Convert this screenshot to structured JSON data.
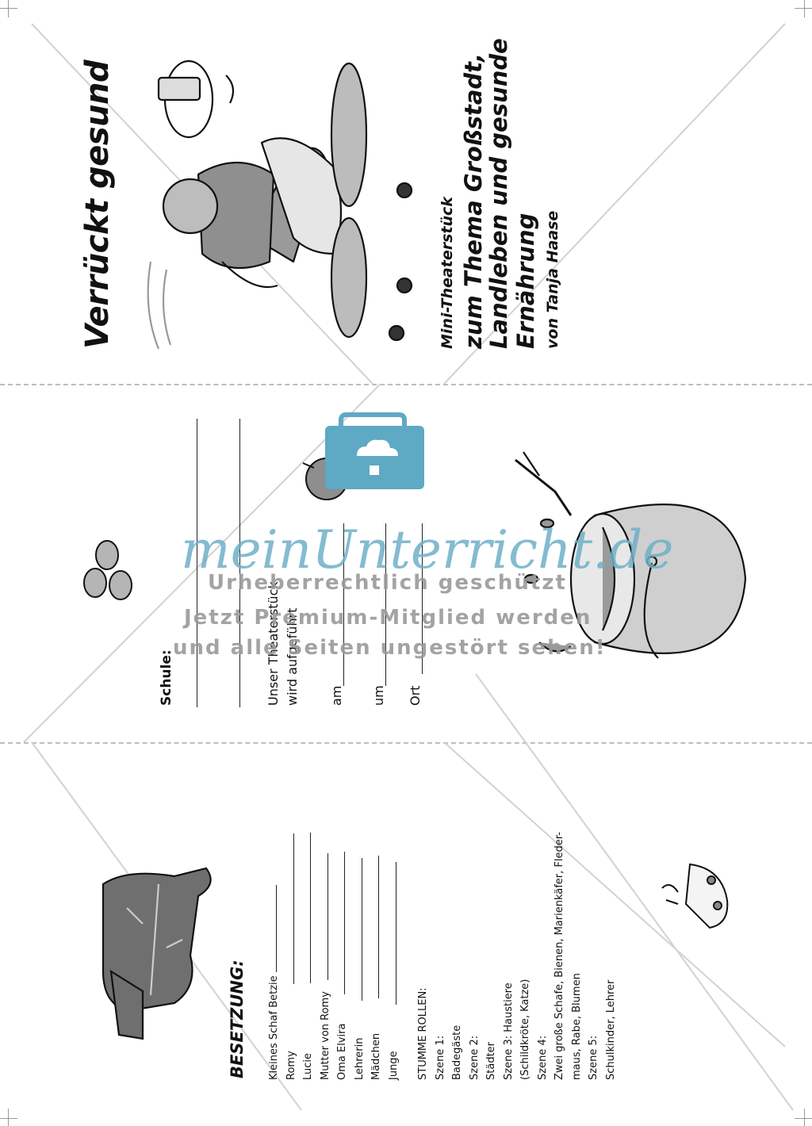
{
  "cover": {
    "title": "Verrückt gesund",
    "kicker": "Mini-Theaterstück",
    "subtitle_line1": "zum Thema Großstadt,",
    "subtitle_line2": "Landleben und gesunde",
    "subtitle_line3": "Ernährung",
    "author": "von Tanja Haase"
  },
  "performance": {
    "school_label": "Schule:",
    "play_line1": "Unser Theaterstück",
    "play_line2": "wird aufgeführt",
    "date_label": "am",
    "time_label": "um",
    "place_label": "Ort"
  },
  "cast": {
    "heading": "BESETZUNG:",
    "roles": [
      "Kleines Schaf Betzie",
      "Romy",
      "Lucie",
      "Mutter von Romy",
      "Oma Elvira",
      "Lehrerin",
      "Mädchen",
      "Junge"
    ],
    "silent_heading": "STUMME ROLLEN:",
    "silent_lines": [
      "Szene 1:",
      "Badegäste",
      "Szene 2:",
      "Städter",
      "Szene 3: Haustiere",
      "(Schildkröte, Katze)",
      "Szene 4:",
      "Zwei große Schafe, Bienen, Marienkäfer, Fleder-",
      "maus, Rabe, Blumen",
      "Szene 5:",
      "Schulkinder, Lehrer"
    ]
  },
  "watermark": {
    "brand": "meinUnterricht.de",
    "line1": "Urheberrechtlich geschützt",
    "line2": "Jetzt Premium-Mitglied werden",
    "line3": "und alle Seiten ungestört sehen!"
  },
  "colors": {
    "watermark_blue": "#5ea9c4",
    "dash_gray": "#bdbdbd",
    "illustration_gray": "#8a8a8a"
  }
}
